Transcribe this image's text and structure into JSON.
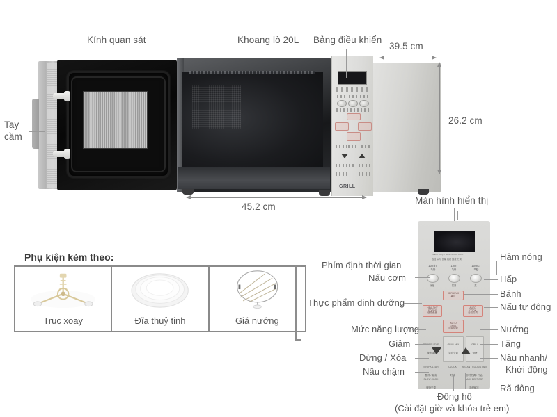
{
  "product": {
    "callouts": {
      "window": "Kính quan sát",
      "cavity": "Khoang lò 20L",
      "control_panel": "Bảng điều khiển",
      "handle": "Tay\ncầm",
      "display": "Màn hình hiển thị"
    },
    "dimensions": {
      "depth": "39.5 cm",
      "height": "26.2 cm",
      "width": "45.2 cm"
    },
    "panel_badge": "GRILL"
  },
  "accessories": {
    "title": "Phụ kiện kèm theo:",
    "items": [
      {
        "name": "Trục xoay",
        "icon": "turntable-coupler-icon"
      },
      {
        "name": "Đĩa thuỷ tinh",
        "icon": "glass-plate-icon"
      },
      {
        "name": "Giá nướng",
        "icon": "grill-rack-icon"
      }
    ]
  },
  "control_panel_diagram": {
    "display_indicators_en": "CHECK   KG      QTY    GRILL  MICRO  COOK",
    "display_indicators_cn": "自检      公斤     份量     烧烤     微波     烹调",
    "time_keys": [
      {
        "en": "10min",
        "cn": "10分"
      },
      {
        "en": "1min",
        "cn": "1分"
      },
      {
        "en": "10sec",
        "cn": "10秒"
      }
    ],
    "dial_keys": [
      {
        "en": "ROUGH / ",
        "cn": "米饭"
      },
      {
        "en": "RICE / ",
        "cn": "蒸熟"
      },
      {
        "en": "STEAM FISH / ",
        "cn": "蒸"
      }
    ],
    "keys": [
      {
        "id": "kerupuk",
        "en": "KERUPUK",
        "cn": "薯片",
        "highlight": true
      },
      {
        "id": "healthy-foods",
        "en": "HEALTHY\nFOODS",
        "cn": "健康食品",
        "highlight": true
      },
      {
        "id": "auto-cook",
        "en": "AUTO\nCOOK",
        "cn": "自动烹调",
        "highlight": true
      },
      {
        "id": "auto-grill",
        "en": "AUTO\nGRILL",
        "cn": "自动烧烤",
        "highlight": true
      },
      {
        "id": "power-level",
        "en": "POWER LEVEL",
        "cn": "微波强度",
        "highlight": false
      },
      {
        "id": "grill-mix",
        "en": "GRILL MIX",
        "cn": "混合烹调",
        "highlight": false
      },
      {
        "id": "grill",
        "en": "GRILL",
        "cn": "烧烤",
        "highlight": false
      },
      {
        "id": "stop-clear",
        "en": "STOP/CLEAR",
        "cn": "暂停 / 取消",
        "highlight": false
      },
      {
        "id": "clock",
        "en": "CLOCK",
        "cn": "时钟",
        "highlight": false
      },
      {
        "id": "instant-start",
        "en": "INSTANT COOK/START",
        "cn": "即时烹调 / 开始",
        "highlight": false
      },
      {
        "id": "slow-cook",
        "en": "SLOW COOK",
        "cn": "慢速烹调",
        "highlight": false
      },
      {
        "id": "easy-defrost",
        "en": "EASY DEFROST",
        "cn": "简便解冻",
        "highlight": false
      }
    ],
    "arrows": {
      "down": "▼",
      "up": "▲"
    },
    "labels_left": [
      "Phím định thời gian",
      "Nấu cơm",
      "Thực phẩm dinh dưỡng",
      "Mức năng lượng",
      "Giảm",
      "Dừng / Xóa",
      "Nấu chậm"
    ],
    "labels_right": [
      "Hâm nóng",
      "Hấp",
      "Bánh",
      "Nấu tự động",
      "Nướng",
      "Tăng",
      "Nấu nhanh/",
      "Khởi động",
      "Rã đông"
    ],
    "label_bottom_1": "Đồng hồ",
    "label_bottom_2": "(Cài đặt giờ và khóa trẻ em)"
  },
  "colors": {
    "label_text": "#585858",
    "leader_line": "#9a9a9a",
    "panel_bg": "#d6d6d3",
    "key_outline": "#d4837a",
    "box_border": "#8a8a8a"
  }
}
